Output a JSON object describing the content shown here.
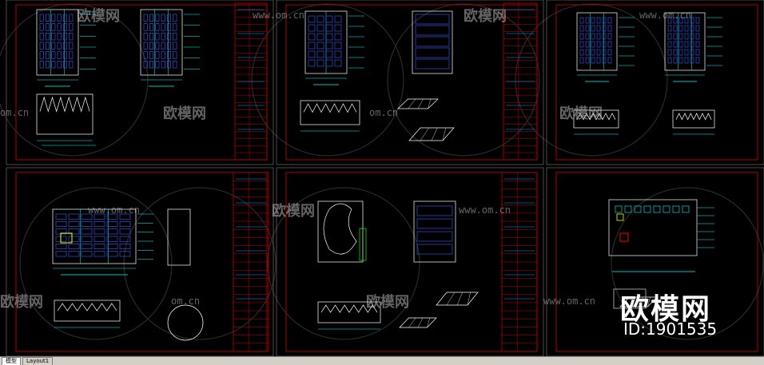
{
  "watermark": {
    "logo_text": "欧模网",
    "id_text": "ID:1901535",
    "small_text": "欧模网",
    "url_text": "www.om.cn",
    "url_short": "om.cn"
  },
  "layout_tabs": [
    {
      "label": "模型",
      "active": true
    },
    {
      "label": "Layout1",
      "active": false
    }
  ],
  "colors": {
    "background": "#000000",
    "frame_red": "#c00000",
    "cyan": "#00ffff",
    "white": "#ffffff",
    "blue": "#0000ff",
    "yellow": "#ffff00",
    "green": "#00ff00"
  }
}
